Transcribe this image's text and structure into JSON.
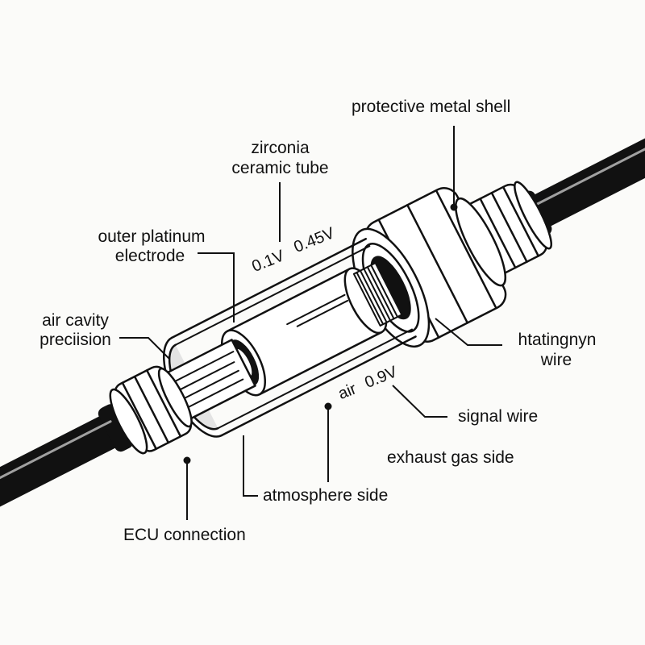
{
  "labels": {
    "shell": "protective metal shell",
    "zirconia_1": "zirconia",
    "zirconia_2": "ceramic tube",
    "platinum_1": "outer platinum",
    "platinum_2": "electrode",
    "air_cavity_1": "air cavity",
    "air_cavity_2": "preciision",
    "heating_1": "htatingnyn",
    "heating_2": "wire",
    "signal": "signal wire",
    "exhaust": "exhaust gas side",
    "atmosphere": "atmosphere side",
    "ecu": "ECU connection"
  },
  "values": {
    "v1": "0.1V",
    "v2": "0.45V",
    "air": "air",
    "v3": "0.9V"
  },
  "colors": {
    "ink": "#111111",
    "background": "#fbfbf9",
    "part_fill": "#ffffff",
    "shade": "#d9d9d9"
  }
}
